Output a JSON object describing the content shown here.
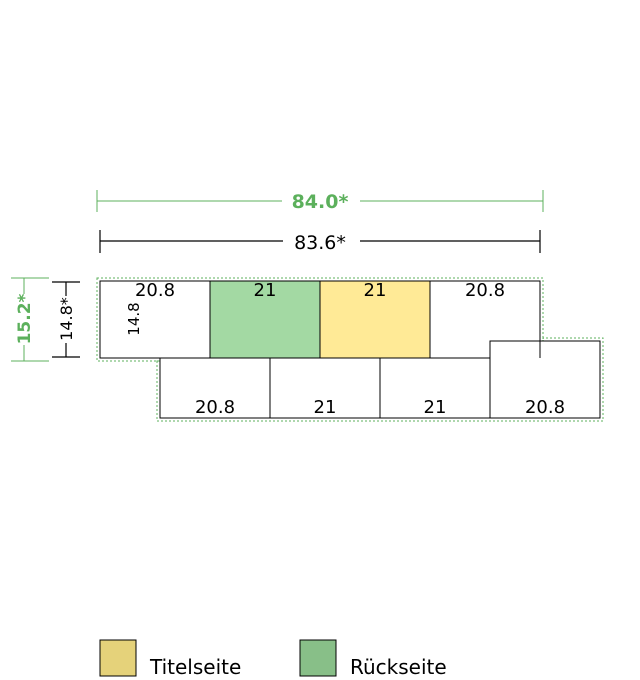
{
  "dimensions": {
    "total_width_outer": "84.0*",
    "total_width_inner": "83.6*",
    "total_height_outer": "15.2*",
    "total_height_inner": "14.8*",
    "panel_height": "14.8"
  },
  "top_row": [
    "20.8",
    "21",
    "21",
    "20.8"
  ],
  "bottom_row": [
    "20.8",
    "21",
    "21",
    "20.8"
  ],
  "colors": {
    "dimension_green": "#5cb05c",
    "back_fill": "#a3d9a3",
    "title_fill": "#ffea96",
    "legend_title": "#e5d27a",
    "legend_back": "#88bf88"
  },
  "legend": {
    "title_page": "Titelseite",
    "back_page": "Rückseite"
  }
}
